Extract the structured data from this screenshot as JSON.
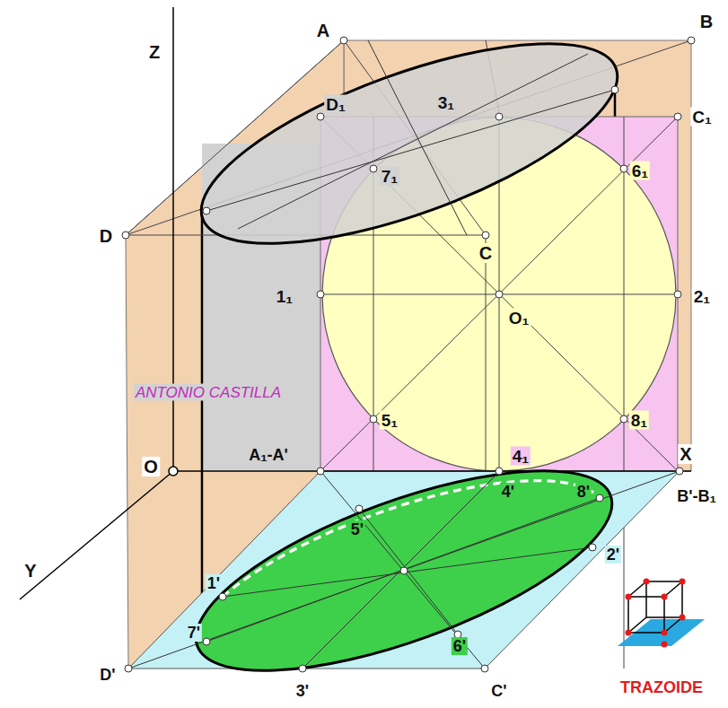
{
  "diagram": {
    "labels": [
      "Z",
      "A",
      "B",
      "D₁",
      "3₁",
      "C₁",
      "7₁",
      "6₁",
      "D",
      "C",
      "1₁",
      "O₁",
      "2₁",
      "ANTONIO CASTILLA",
      "5₁",
      "8₁",
      "O",
      "A₁-A'",
      "4₁",
      "X",
      "4'",
      "8'",
      "B'-B₁",
      "5'",
      "1'",
      "2'",
      "Y",
      "6'",
      "7'",
      "D'",
      "3'",
      "C'",
      "TRAZOIDE"
    ]
  }
}
